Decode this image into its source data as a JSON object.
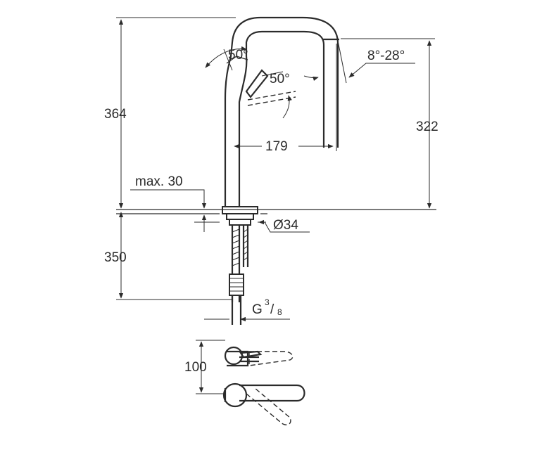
{
  "dimensions": {
    "total_height": "364",
    "spout_height": "322",
    "spout_reach": "179",
    "lever_angle_top": "50°",
    "lever_angle_side": "50°",
    "swivel_angle": "8°-28°",
    "max_thickness": "max. 30",
    "hole_diameter": "Ø34",
    "hose_length": "350",
    "thread_prefix": "G",
    "thread_num": "3",
    "thread_den": "8",
    "lever_depth": "100"
  },
  "colors": {
    "line": "#2b2b2b",
    "background": "#ffffff"
  }
}
